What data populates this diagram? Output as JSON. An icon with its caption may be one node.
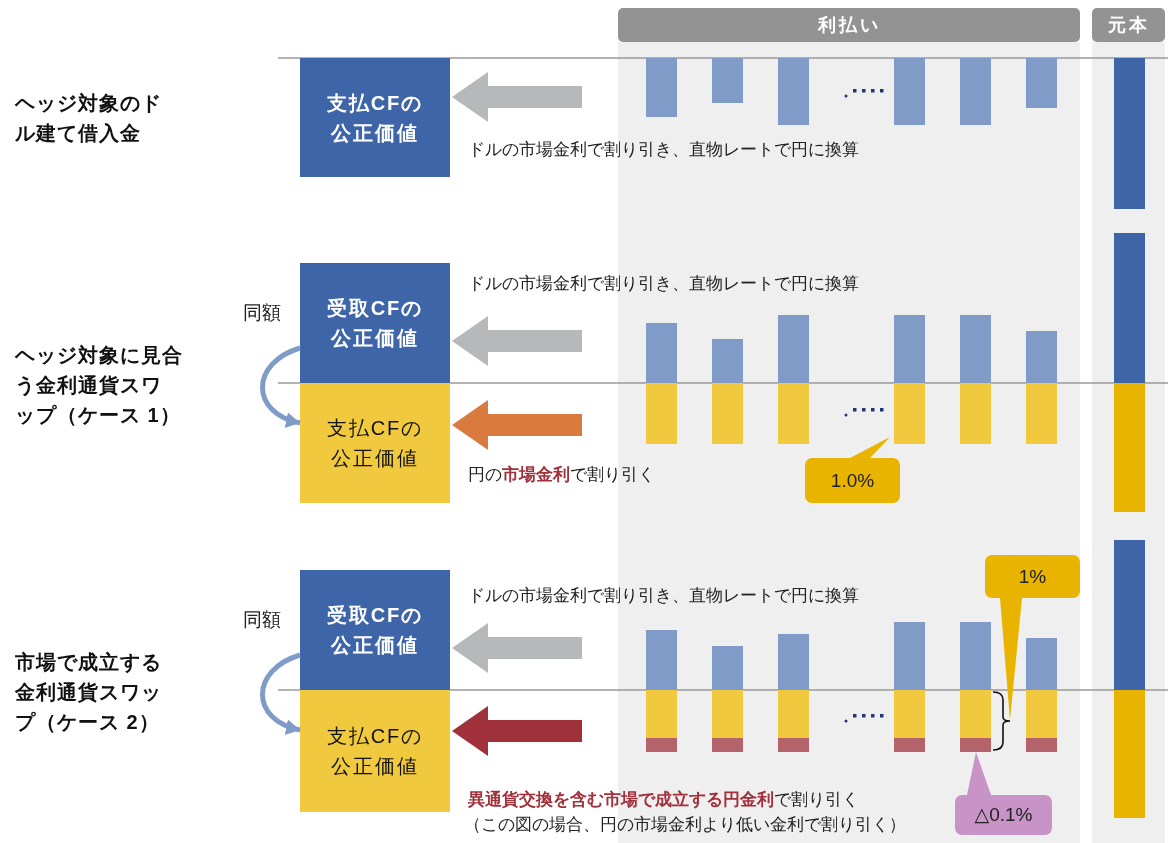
{
  "diagram": {
    "nodes": [
      {
        "text": [
          "利払い"
        ]
      },
      {
        "text": [
          "元本"
        ]
      },
      {
        "text": [
          "支払CFの公正価値"
        ]
      },
      {
        "text": [
          "受取CFの公正価値"
        ]
      },
      {
        "text": [
          "支払CFの公正価値"
        ]
      },
      {
        "text": [
          "受取CFの公正価値"
        ]
      },
      {
        "text": [
          "支払CFの公正価値"
        ]
      },
      {
        "text": [
          "1.0%"
        ]
      },
      {
        "text": [
          "1%"
        ]
      },
      {
        "text": [
          "△0.1%"
        ]
      }
    ],
    "edges": [
      {
        "from": null,
        "to": 2,
        "arrow": "to"
      },
      {
        "from": null,
        "to": 3,
        "arrow": "to"
      },
      {
        "from": 3,
        "to": 4,
        "arrow": "to",
        "label": "同額",
        "color": "#7f9bc8"
      },
      {
        "from": null,
        "to": 4,
        "arrow": "to",
        "color": "#d97b3f"
      },
      {
        "from": null,
        "to": 5,
        "arrow": "to"
      },
      {
        "from": 5,
        "to": 6,
        "arrow": "to",
        "label": "同額",
        "color": "#7f9bc8"
      },
      {
        "from": null,
        "to": 6,
        "arrow": "to",
        "color": "#a0303a"
      }
    ],
    "labels": [
      "ヘッジ対象のドル建て借入金",
      "ドルの市場金利で割り引き、直物レートで円に換算",
      "ドルの市場金利で割り引き、直物レートで円に換算",
      "ヘッジ対象に見合う金利通貨スワップ（ケース 1）",
      "円の**市場金利**で割り引く",
      "ドルの市場金利で割り引き、直物レートで円に換算",
      "市場で成立する金利通貨スワップ（ケース 2）",
      "**異通貨交換を含む市場で成立する円金利**で割り引く",
      "（この図の場合、円の市場金利より低い金利で割り引く）"
    ]
  }
}
